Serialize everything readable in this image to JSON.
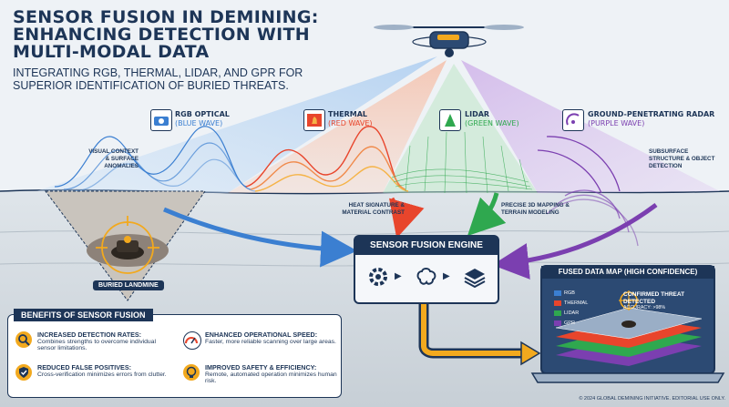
{
  "title": "SENSOR FUSION IN DEMINING: ENHANCING DETECTION WITH MULTI-MODAL DATA",
  "subtitle": "INTEGRATING RGB, THERMAL, LIDAR, AND GPR FOR SUPERIOR IDENTIFICATION OF BURIED THREATS.",
  "sensors": [
    {
      "name": "RGB OPTICAL",
      "wave": "(BLUE WAVE)",
      "color": "#3b7fd1",
      "icon": "camera-icon",
      "desc": "VISUAL CONTEXT & SURFACE ANOMALIES"
    },
    {
      "name": "THERMAL",
      "wave": "(RED WAVE)",
      "color": "#e8452c",
      "icon": "heat-icon",
      "desc": "HEAT SIGNATURE & MATERIAL CONTRAST"
    },
    {
      "name": "LIDAR",
      "wave": "(GREEN WAVE)",
      "color": "#2fa84f",
      "icon": "laser-icon",
      "desc": "PRECISE 3D MAPPING & TERRAIN MODELING"
    },
    {
      "name": "GROUND-PENETRATING RADAR",
      "wave": "(PURPLE WAVE)",
      "color": "#7b3fb0",
      "icon": "radar-icon",
      "desc": "SUBSURFACE STRUCTURE & OBJECT DETECTION"
    }
  ],
  "landmine_label": "BURIED LANDMINE",
  "engine": {
    "title": "SENSOR FUSION ENGINE",
    "icons": [
      "gear-icon",
      "brain-icon",
      "layers-icon"
    ]
  },
  "benefits": {
    "title": "BENEFITS OF SENSOR FUSION",
    "items": [
      {
        "title": "INCREASED DETECTION RATES:",
        "desc": "Combines strengths to overcome individual sensor limitations.",
        "icon": "magnifier-icon"
      },
      {
        "title": "ENHANCED OPERATIONAL SPEED:",
        "desc": "Faster, more reliable scanning over large areas.",
        "icon": "speedometer-icon"
      },
      {
        "title": "REDUCED FALSE POSITIVES:",
        "desc": "Cross-verification minimizes errors from clutter.",
        "icon": "shield-check-icon"
      },
      {
        "title": "IMPROVED SAFETY & EFFICIENCY:",
        "desc": "Remote, automated operation minimizes human risk.",
        "icon": "brain-bulb-icon"
      }
    ]
  },
  "map": {
    "title": "FUSED DATA MAP (HIGH CONFIDENCE)",
    "legend": [
      {
        "label": "RGB",
        "color": "#3b7fd1"
      },
      {
        "label": "THERMAL",
        "color": "#e8452c"
      },
      {
        "label": "LIDAR",
        "color": "#2fa84f"
      },
      {
        "label": "GPR",
        "color": "#7b3fb0"
      }
    ],
    "confirmed": "CONFIRMED THREAT DETECTED",
    "accuracy": "ACCURACY: >98%"
  },
  "footer": "© 2024 GLOBAL DEMINING INITIATIVE. EDITORIAL USE ONLY."
}
